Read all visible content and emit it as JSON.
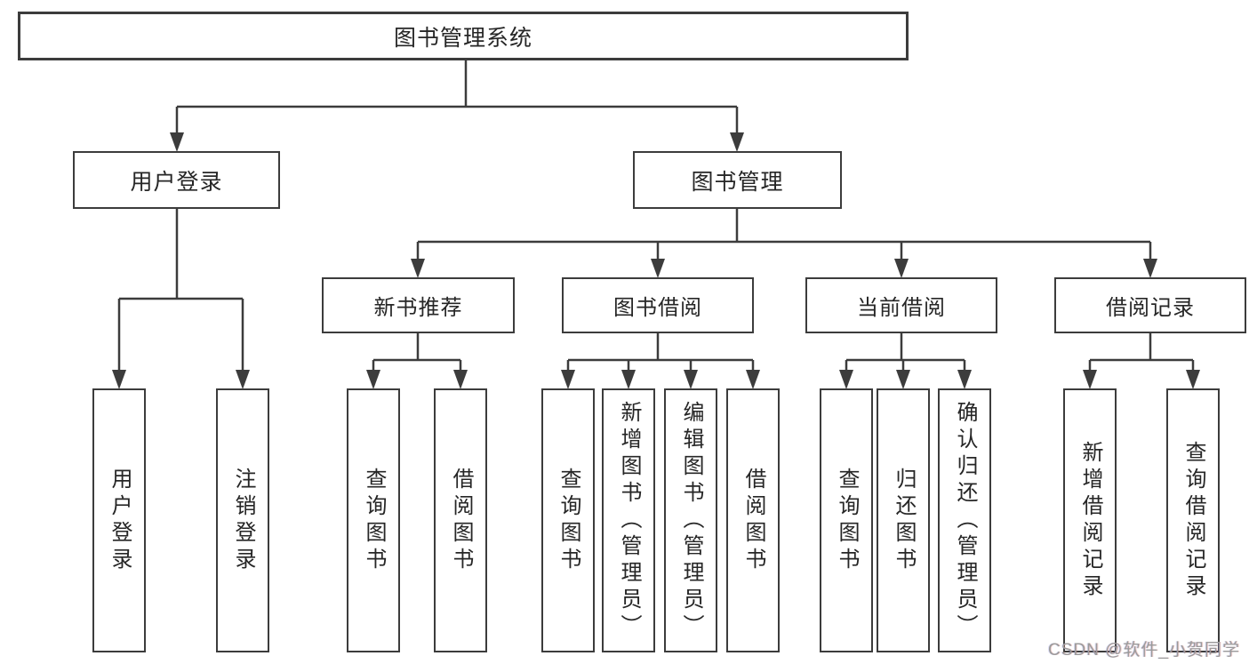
{
  "colors": {
    "line": "#3c3c3c",
    "box_border": "#3c3c3c",
    "box_background": "#ffffff",
    "text": "#262626",
    "watermark": "#9b9b9b"
  },
  "watermark": {
    "text": "CSDN @软件_小贺同学"
  },
  "tree": {
    "root": {
      "label": "图书管理系统",
      "children": [
        {
          "label": "用户登录",
          "children": [
            {
              "label": "用户登录"
            },
            {
              "label": "注销登录"
            }
          ]
        },
        {
          "label": "图书管理",
          "children": [
            {
              "label": "新书推荐",
              "children": [
                {
                  "label": "查询图书"
                },
                {
                  "label": "借阅图书"
                }
              ]
            },
            {
              "label": "图书借阅",
              "children": [
                {
                  "label": "查询图书"
                },
                {
                  "label": "新增图书（管理员）"
                },
                {
                  "label": "编辑图书（管理员）"
                },
                {
                  "label": "借阅图书"
                }
              ]
            },
            {
              "label": "当前借阅",
              "children": [
                {
                  "label": "查询图书"
                },
                {
                  "label": "归还图书"
                },
                {
                  "label": "确认归还（管理员）"
                }
              ]
            },
            {
              "label": "借阅记录",
              "children": [
                {
                  "label": "新增借阅记录"
                },
                {
                  "label": "查询借阅记录"
                }
              ]
            }
          ]
        }
      ]
    }
  }
}
